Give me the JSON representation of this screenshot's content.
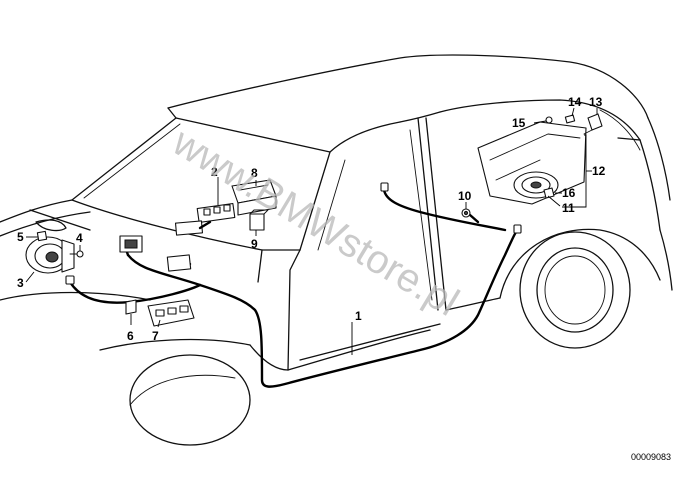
{
  "diagram": {
    "watermark": "www.BMWstore.pl",
    "part_code": "00009083",
    "callouts": {
      "c1": "1",
      "c2": "2",
      "c3": "3",
      "c4": "4",
      "c5": "5",
      "c6": "6",
      "c7": "7",
      "c8": "8",
      "c9": "9",
      "c10": "10",
      "c11": "11",
      "c12": "12",
      "c13": "13",
      "c14": "14",
      "c15": "15",
      "c16": "16"
    }
  }
}
